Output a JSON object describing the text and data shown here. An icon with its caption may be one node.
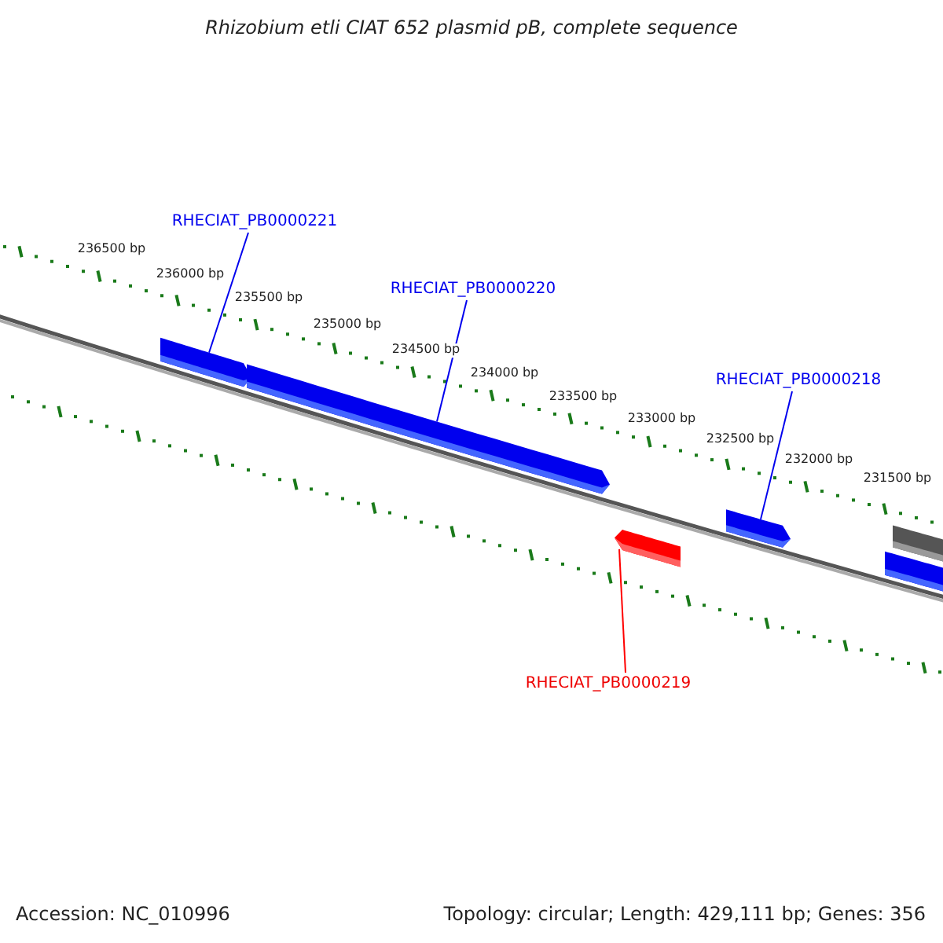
{
  "diagram": {
    "title": "Rhizobium etli CIAT 652 plasmid pB, complete sequence",
    "nodes": [
      {
        "text": [
          "RHECIAT_PB0000221"
        ]
      },
      {
        "text": [
          "RHECIAT_PB0000220"
        ]
      },
      {
        "text": [
          "RHECIAT_PB0000218"
        ]
      },
      {
        "text": [],
        "shape": "bar"
      },
      {
        "text": [],
        "shape": "bar"
      },
      {
        "text": [],
        "shape": "bar"
      },
      {
        "text": [],
        "shape": "bar"
      },
      {
        "text": [],
        "shape": "bar"
      },
      {
        "text": [],
        "shape": "bar"
      },
      {
        "text": [
          "RHECIAT_PB0000219"
        ]
      }
    ],
    "edges": [
      {
        "from": 0,
        "to": 3,
        "arrow": "none"
      },
      {
        "from": 1,
        "to": 4,
        "arrow": "none"
      },
      {
        "from": 2,
        "to": 5,
        "arrow": "none"
      },
      {
        "from": 9,
        "to": 8,
        "arrow": "none",
        "color": "#ff0000"
      }
    ],
    "labels": [
      "236500 bp",
      "236000 bp",
      "235500 bp",
      "235000 bp",
      "234500 bp",
      "234000 bp",
      "233500 bp",
      "233000 bp",
      "232500 bp",
      "232000 bp",
      "231500 bp",
      "Accession: NC_010996",
      "Topology: circular; Length: 429,111 bp; Genes: 356"
    ]
  }
}
